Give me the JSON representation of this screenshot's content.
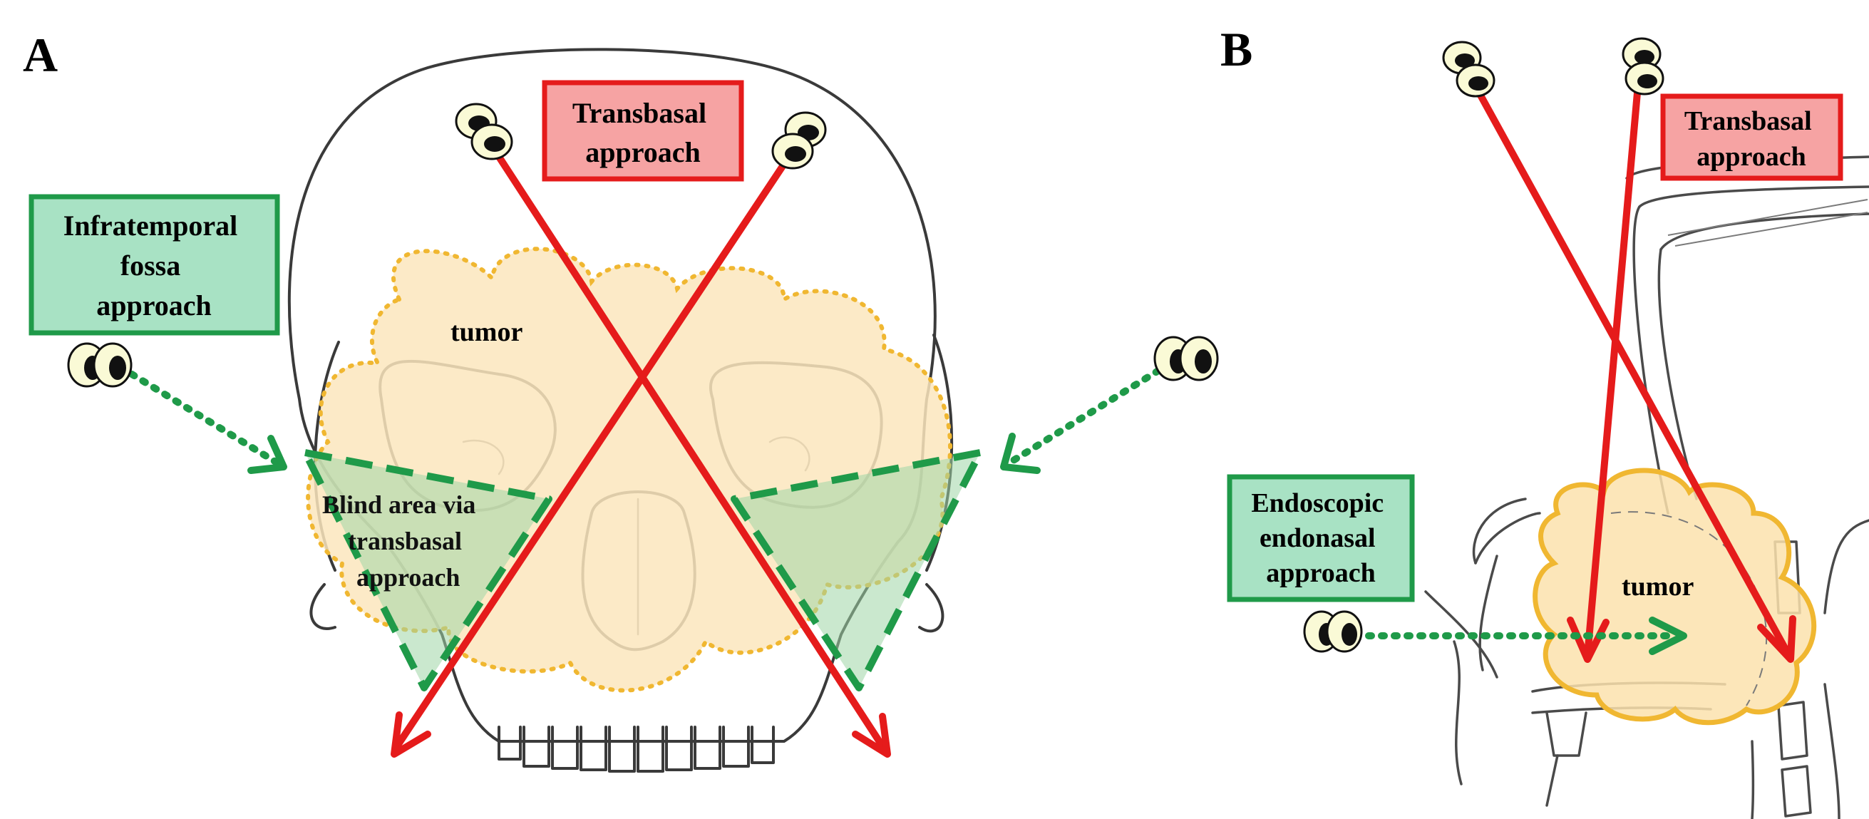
{
  "panel_a": {
    "letter": "A",
    "transbasal_label": [
      "Transbasal",
      "approach"
    ],
    "infratemporal_label": [
      "Infratemporal",
      "fossa",
      "approach"
    ],
    "tumor_label": "tumor",
    "blind_area_label": [
      "Blind area via",
      "transbasal",
      "approach"
    ]
  },
  "panel_b": {
    "letter": "B",
    "transbasal_label": [
      "Transbasal",
      "approach"
    ],
    "endoscopic_label": [
      "Endoscopic",
      "endonasal",
      "approach"
    ],
    "tumor_label": "tumor"
  },
  "colors": {
    "transbasal_red": "#e51b1b",
    "transbasal_box_fill": "#f6a3a3",
    "lateral_green": "#1f9a49",
    "lateral_box_fill": "#a8e2c4",
    "tumor_fill": "#fbe6bd",
    "tumor_outline": "#f0b731"
  }
}
